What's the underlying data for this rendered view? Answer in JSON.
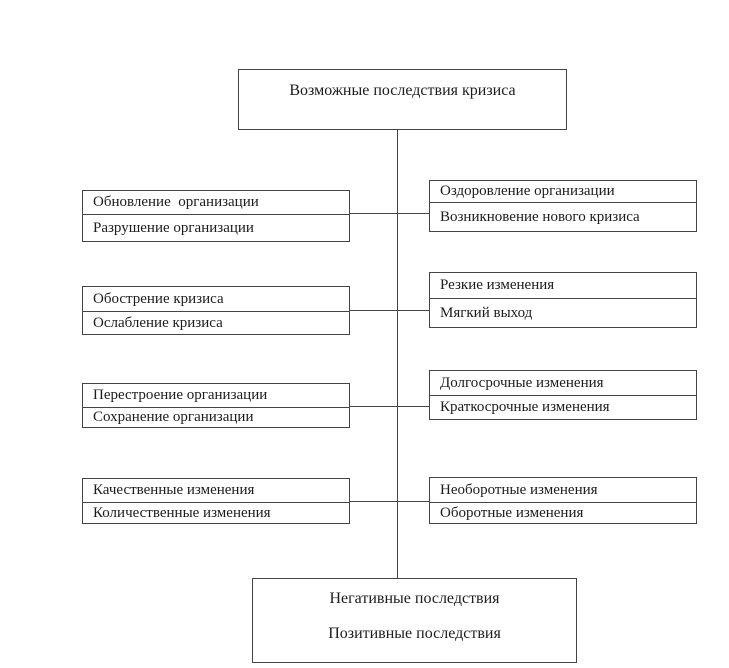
{
  "diagram": {
    "title": "Возможные последствия кризиса",
    "rows": [
      {
        "left": {
          "top": "Обновление  организации",
          "bottom": "Разрушение организации"
        },
        "right": {
          "top": "Оздоровление организации",
          "bottom": "Возникновение нового кризиса"
        }
      },
      {
        "left": {
          "top": "Обострение кризиса",
          "bottom": "Ослабление кризиса"
        },
        "right": {
          "top": "Резкие изменения",
          "bottom": "Мягкий выход"
        }
      },
      {
        "left": {
          "top": "Перестроение организации",
          "bottom": "Сохранение организации"
        },
        "right": {
          "top": "Долгосрочные изменения",
          "bottom": "Краткосрочные изменения"
        }
      },
      {
        "left": {
          "top": "Качественные изменения",
          "bottom": "Количественные изменения"
        },
        "right": {
          "top": "Необоротные изменения",
          "bottom": "Оборотные изменения"
        }
      }
    ],
    "footer": {
      "line1": "Негативные последствия",
      "line2": "Позитивные последствия"
    },
    "colors": {
      "line": "#444444",
      "text": "#1c1c1c",
      "background": "#ffffff"
    }
  }
}
